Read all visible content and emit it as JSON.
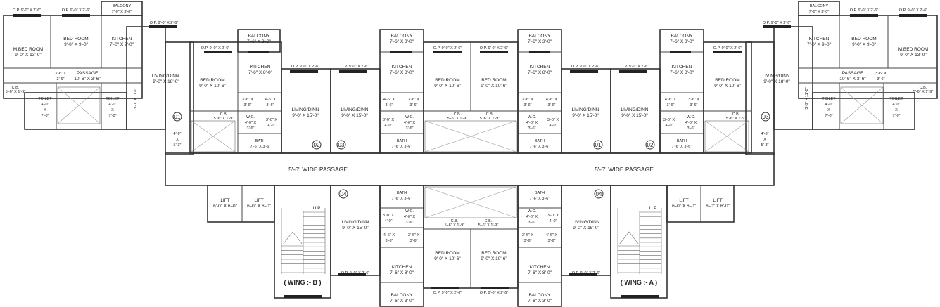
{
  "top_left": {
    "mbed": [
      "M.BED ROOM",
      "9'-0\" X 13'-0\""
    ],
    "bed": [
      "BED ROOM",
      "9'-0\" X 9'-0\""
    ],
    "kitchen": [
      "KITCHEN",
      "7'-0\" X 9'-0\""
    ],
    "balcony": [
      "BALCONY",
      "7'-0\" X 3'-0\""
    ],
    "op1": "O.P. 9'-0\" X 2'-6\"",
    "op2": "O.P. 9'-0\" X 2'-6\"",
    "op3": "O.P. 9'-0\" X 2'-6\"",
    "passage": [
      "PASSAGE",
      "10'-6\" X 3'-6\""
    ],
    "psg_small": [
      "3'-6\" X",
      "3'-6\""
    ],
    "toilet1": [
      "TOILET",
      "4'-0\"",
      "X",
      "7'-0\""
    ],
    "toilet2": [
      "TOILET",
      "4'-0\"",
      "X",
      "7'-0\""
    ],
    "cb": [
      "C.B.",
      "5'-6\" X 1'-9\""
    ],
    "living": [
      "LIVING/DINN.",
      "9'-0\" X 18'-0\""
    ],
    "vert": "3'-0\" X 11'-0\"",
    "tag": "01",
    "lobby": [
      "4'-6\"",
      "X",
      "5'-3\""
    ]
  },
  "unit02_left": {
    "op": "O.P. 9'-0\" X 2'-6\"",
    "bed": [
      "BED ROOM",
      "9'-0\" X 10'-6\""
    ],
    "balcony": [
      "BALCONY",
      "7'-6\" X 3'-0\""
    ],
    "kitchen": [
      "KITCHEN",
      "7'-6\" X 8'-0\""
    ],
    "s1": [
      "3'-6\" X",
      "3'-6\""
    ],
    "s2": [
      "4'-6\" X",
      "3'-6\""
    ],
    "cb": [
      "C.B.",
      "5'-6\" X 1'-9\""
    ],
    "wc": [
      "W.C.",
      "4'-0\" X",
      "3'-6\""
    ],
    "s3": [
      "3'-0\" X",
      "4'-0\""
    ],
    "bath": [
      "BATH",
      "7'-6\" X 3'-6\""
    ],
    "op2": "O.P. 9'-0\" X 2'-6\"",
    "living": [
      "LIVING/DINN",
      "9'-0\" X 15'-0\""
    ],
    "tag": "02"
  },
  "center": {
    "op_l": "O.P. 9'-0\" X 2'-6\"",
    "living_l": [
      "LIVING/DINN",
      "9'-0\" X 15'-0\""
    ],
    "tag_l": "03",
    "balcony_l": [
      "BALCONY",
      "7'-6\" X 3'-0\""
    ],
    "kitchen_l": [
      "KITCHEN",
      "7'-6\" X 8'-0\""
    ],
    "op_top_l": "O.P. 9'-0\" X 2'-6\"",
    "bed_l": [
      "BED ROOM",
      "9'-0\" X 10'-6\""
    ],
    "op_top_r": "O.P. 9'-0\" X 2'-6\"",
    "bed_r": [
      "BED ROOM",
      "9'-0\" X 10'-6\""
    ],
    "balcony_r": [
      "BALCONY",
      "7'-6\" X 3'-0\""
    ],
    "kitchen_r": [
      "KITCHEN",
      "7'-6\" X 8'-0\""
    ],
    "s_l1": [
      "4'-6\" X",
      "3'-6\""
    ],
    "s_l2": [
      "3'-6\" X",
      "3'-6\""
    ],
    "s_r1": [
      "3'-6\" X",
      "3'-6\""
    ],
    "s_r2": [
      "4'-6\" X",
      "3'-6\""
    ],
    "cb_l": [
      "C.B.",
      "5'-6\" X 1'-9\""
    ],
    "cb_r": [
      "C.B.",
      "5'-6\" X 1'-9\""
    ],
    "wc_l": [
      "W.C.",
      "4'-0\" X",
      "3'-6\""
    ],
    "wc_r": [
      "W.C.",
      "4'-0\" X",
      "3'-6\""
    ],
    "s_l3": [
      "3'-0\" X",
      "4'-0\""
    ],
    "s_r3": [
      "3'-0\" X",
      "4'-0\""
    ],
    "bath_l": [
      "BATH",
      "7'-6\" X 3'-6\""
    ],
    "bath_r": [
      "BATH",
      "7'-6\" X 3'-6\""
    ],
    "op_r": "O.P. 9'-0\" X 2'-6\"",
    "living_r": [
      "LIVING/DINN",
      "9'-0\" X 15'-0\""
    ],
    "tag_r": "01"
  },
  "unit02_right": {
    "op": "O.P. 9'-0\" X 2'-6\"",
    "living": [
      "LIVING/DINN",
      "9'-0\" X 15'-0\""
    ],
    "tag": "02",
    "balcony": [
      "BALCONY",
      "7'-6\" X 3'-0\""
    ],
    "kitchen": [
      "KITCHEN",
      "7'-6\" X 8'-0\""
    ],
    "s1": [
      "4'-6\" X",
      "3'-6\""
    ],
    "s2": [
      "3'-6\" X",
      "3'-6\""
    ],
    "wc": [
      "W.C.",
      "4'-0\" X",
      "3'-6\""
    ],
    "s3": [
      "3'-0\" X",
      "4'-0\""
    ],
    "bath": [
      "BATH",
      "7'-6\" X 3'-6\""
    ],
    "cb": [
      "C.B.",
      "5'-6\" X 1'-9\""
    ],
    "op2": "O.P. 9'-0\" X 2'-6\"",
    "bed": [
      "BED ROOM",
      "9'-0\" X 10'-6\""
    ]
  },
  "top_right": {
    "op1": "O.P. 9'-0\" X 2'-6\"",
    "op2": "O.P. 9'-0\" X 2'-6\"",
    "op3": "O.P. 9'-0\" X 2'-6\"",
    "balcony": [
      "BALCONY",
      "7'-0\" X 3'-0\""
    ],
    "kitchen": [
      "KITCHEN",
      "7'-0\" X 9'-0\""
    ],
    "bed": [
      "BED ROOM",
      "9'-0\" X 9'-0\""
    ],
    "mbed": [
      "M.BED ROOM",
      "9'-0\" X 13'-0\""
    ],
    "living": [
      "LIVING/DINN.",
      "9'-0\" X 18'-0\""
    ],
    "passage": [
      "PASSAGE",
      "10'-6\" X 3'-6\""
    ],
    "psg_small": [
      "3'-6\" X",
      "3'-6\""
    ],
    "cb": [
      "C.B.",
      "5'-6\" X 1'-9\""
    ],
    "toilet1": [
      "TOILET",
      "4'-0\"",
      "X",
      "7'-0\""
    ],
    "toilet2": [
      "TOILET",
      "4'-0\"",
      "X",
      "7'-0\""
    ],
    "vert": "3'-0\" X 11'-0\"",
    "tag": "03",
    "lobby": [
      "4'-6\"",
      "X",
      "5'-3\""
    ]
  },
  "passage": {
    "left": "5'-6\"  WIDE  PASSAGE",
    "right": "5'-6\"  WIDE  PASSAGE"
  },
  "bottom_left": {
    "lift1": [
      "LIFT",
      "6'-0\" X 6'-0\""
    ],
    "lift2": [
      "LIFT",
      "6'-0\" X 6'-0\""
    ],
    "up": "U.P",
    "wing": "( WING :- B )",
    "tag": "04",
    "living": [
      "LIVING/DINN",
      "9'-0\" X 15'-0\""
    ],
    "op": "O.P. 9'-0\" X 2'-6\""
  },
  "bottom_center": {
    "bath_l": [
      "BATH",
      "7'-6\" X 3'-6\""
    ],
    "wc_l": [
      "W.C.",
      "4'-0\" X",
      "3'-6\""
    ],
    "s_l1": [
      "3'-0\" X",
      "4'-0\""
    ],
    "s_l2": [
      "4'-6\" X",
      "3'-6\""
    ],
    "s_l3": [
      "3'-6\" X",
      "3'-6\""
    ],
    "cb_l": [
      "C.B.",
      "5'-6\" X 1'-9\""
    ],
    "kitchen_l": [
      "KITCHEN",
      "7'-6\" X 8'-0\""
    ],
    "balcony_l": [
      "BALCONY",
      "7'-6\" X 3'-0\""
    ],
    "bed_l": [
      "BED ROOM",
      "9'-0\" X 10'-6\""
    ],
    "op_l": "O.P. 9'-0\" X 2'-6\"",
    "bed_r": [
      "BED ROOM",
      "9'-0\" X 10'-6\""
    ],
    "op_r": "O.P. 9'-0\" X 2'-6\"",
    "cb_r": [
      "C.B.",
      "5'-6\" X 1'-9\""
    ],
    "bath_r": [
      "BATH",
      "7'-6\" X 3'-6\""
    ],
    "wc_r": [
      "W.C.",
      "4'-0\" X",
      "3'-6\""
    ],
    "s_r1": [
      "3'-0\" X",
      "4'-0\""
    ],
    "s_r2": [
      "3'-6\" X",
      "3'-6\""
    ],
    "s_r3": [
      "4'-6\" X",
      "3'-6\""
    ],
    "kitchen_r": [
      "KITCHEN",
      "7'-6\" X 8'-0\""
    ],
    "balcony_r": [
      "BALCONY",
      "7'-6\" X 3'-0\""
    ]
  },
  "bottom_right": {
    "tag": "04",
    "living": [
      "LIVING/DINN",
      "9'-0\" X 15'-0\""
    ],
    "op": "O.P. 9'-0\" X 2'-6\"",
    "lift1": [
      "LIFT",
      "6'-0\" X 6'-0\""
    ],
    "lift2": [
      "LIFT",
      "6'-0\" X 6'-0\""
    ],
    "up": "U.P",
    "wing": "( WING :- A )"
  }
}
